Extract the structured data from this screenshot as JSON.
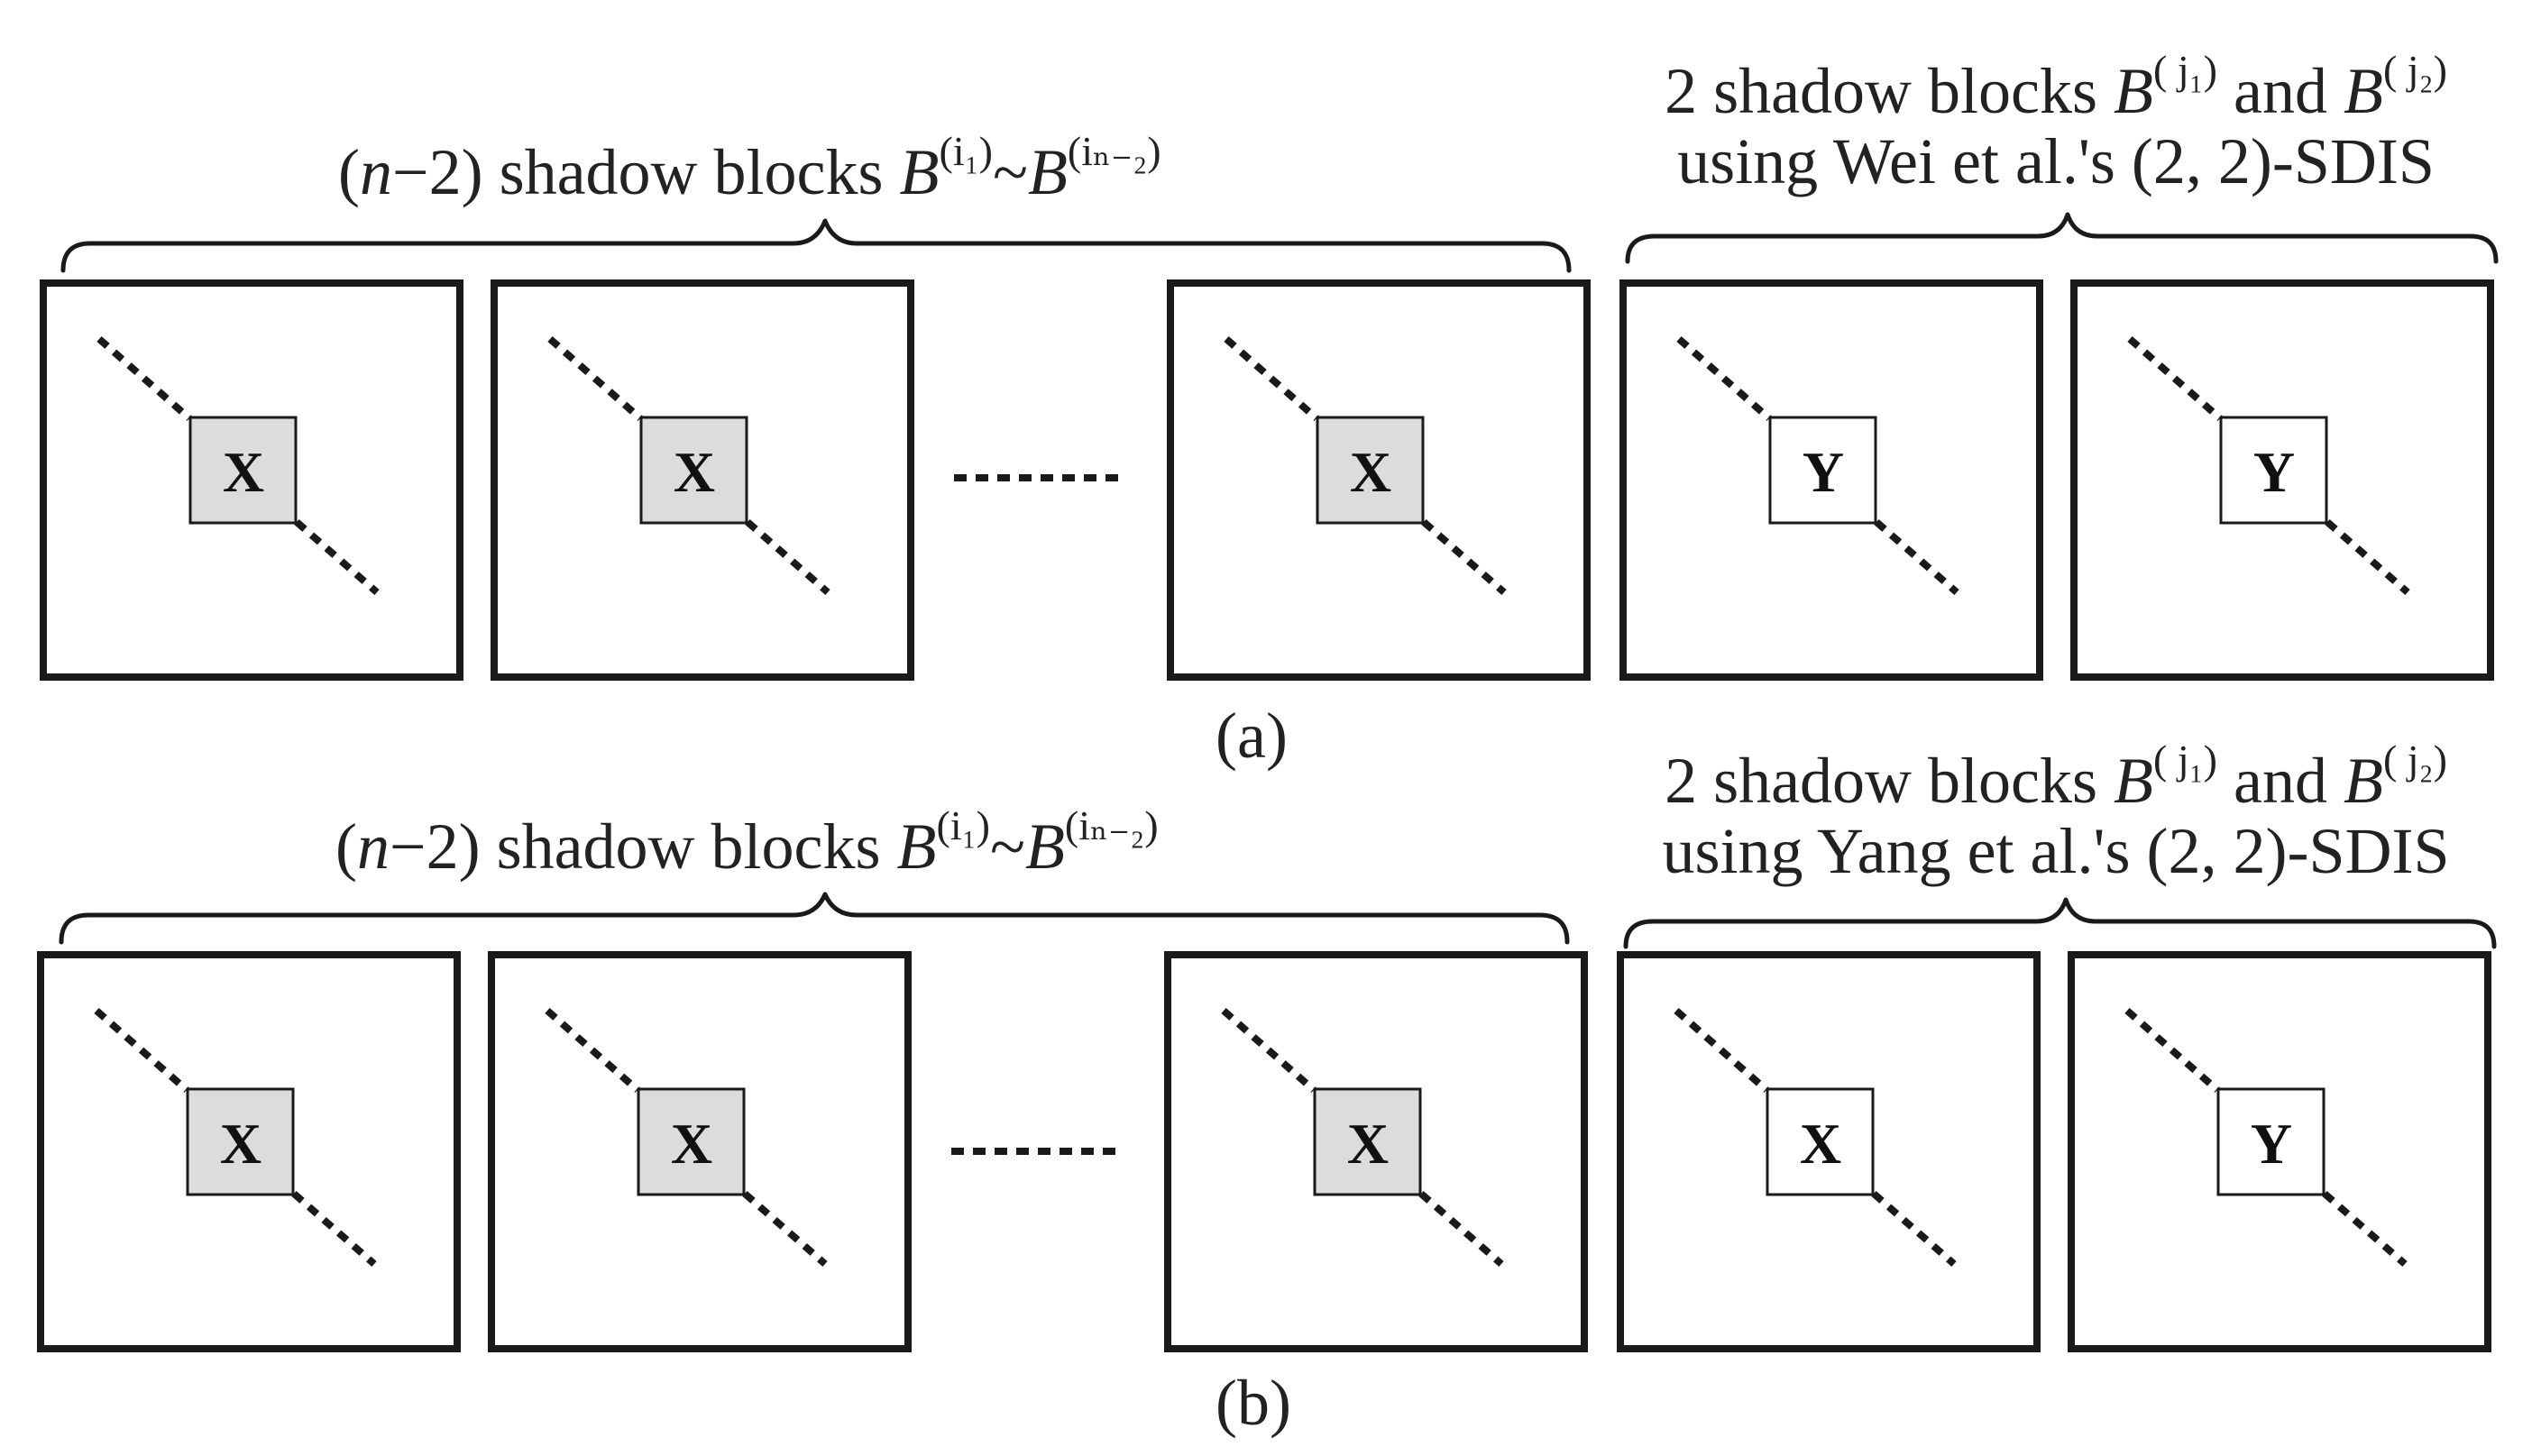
{
  "colors": {
    "stroke": "#1a1a1a",
    "shaded_cell": "#dcdcdc",
    "plain_cell": "#ffffff"
  },
  "rows": [
    {
      "caption": "(a)",
      "left_label": {
        "prefix": "(",
        "n": "n",
        "minus2": "−2)",
        "text": " shadow blocks ",
        "B1": "B",
        "sup1": "(i₁)",
        "tilde": "~",
        "B2": "B",
        "sup2": "(iₙ₋₂)"
      },
      "right_label": {
        "line1_prefix": "2 shadow blocks ",
        "B1": "B",
        "sup1": "( j₁)",
        "and": " and ",
        "B2": "B",
        "sup2": "( j₂)",
        "line2": "using Wei et al.'s (2, 2)-SDIS"
      },
      "blocks": [
        {
          "letter": "X",
          "shaded": true
        },
        {
          "letter": "X",
          "shaded": true
        },
        {
          "letter": "X",
          "shaded": true
        },
        {
          "letter": "Y",
          "shaded": false
        },
        {
          "letter": "Y",
          "shaded": false
        }
      ]
    },
    {
      "caption": "(b)",
      "left_label": {
        "prefix": "(",
        "n": "n",
        "minus2": "−2)",
        "text": " shadow blocks ",
        "B1": "B",
        "sup1": "(i₁)",
        "tilde": "~",
        "B2": "B",
        "sup2": "(iₙ₋₂)"
      },
      "right_label": {
        "line1_prefix": "2 shadow blocks ",
        "B1": "B",
        "sup1": "( j₁)",
        "and": " and ",
        "B2": "B",
        "sup2": "( j₂)",
        "line2": "using Yang et al.'s (2, 2)-SDIS"
      },
      "blocks": [
        {
          "letter": "X",
          "shaded": true
        },
        {
          "letter": "X",
          "shaded": true
        },
        {
          "letter": "X",
          "shaded": true
        },
        {
          "letter": "X",
          "shaded": false
        },
        {
          "letter": "Y",
          "shaded": false
        }
      ]
    }
  ]
}
